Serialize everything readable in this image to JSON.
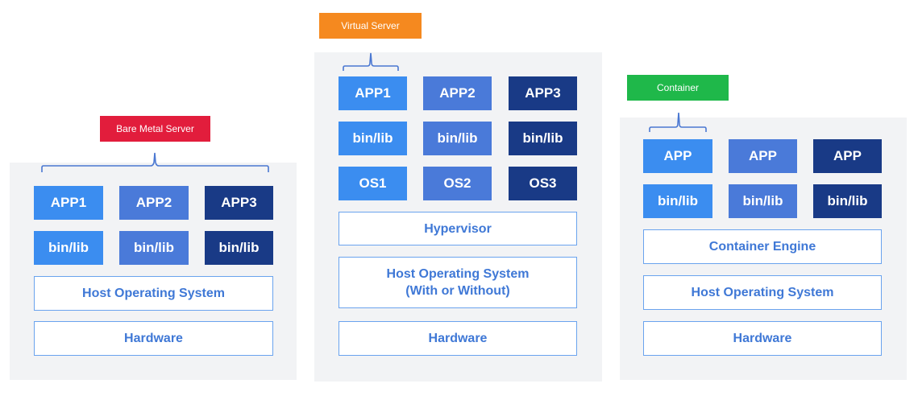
{
  "colors": {
    "bare_metal_tag": "#e21d3c",
    "virtual_tag": "#f5891f",
    "container_tag": "#1fb84a",
    "light_blue": "#3b8df0",
    "mid_blue": "#4a7ad9",
    "dark_blue": "#193a86",
    "layer_text": "#3f78d6"
  },
  "bare_metal": {
    "title": "Bare Metal Server",
    "apps": [
      "APP1",
      "APP2",
      "APP3"
    ],
    "libs": [
      "bin/lib",
      "bin/lib",
      "bin/lib"
    ],
    "host_os": "Host Operating System",
    "hardware": "Hardware"
  },
  "virtual": {
    "title": "Virtual Server",
    "apps": [
      "APP1",
      "APP2",
      "APP3"
    ],
    "libs": [
      "bin/lib",
      "bin/lib",
      "bin/lib"
    ],
    "os": [
      "OS1",
      "OS2",
      "OS3"
    ],
    "hypervisor": "Hypervisor",
    "host_os_line1": "Host Operating System",
    "host_os_line2": "(With or Without)",
    "hardware": "Hardware"
  },
  "container": {
    "title": "Container",
    "apps": [
      "APP",
      "APP",
      "APP"
    ],
    "libs": [
      "bin/lib",
      "bin/lib",
      "bin/lib"
    ],
    "engine": "Container Engine",
    "host_os": "Host Operating System",
    "hardware": "Hardware"
  }
}
